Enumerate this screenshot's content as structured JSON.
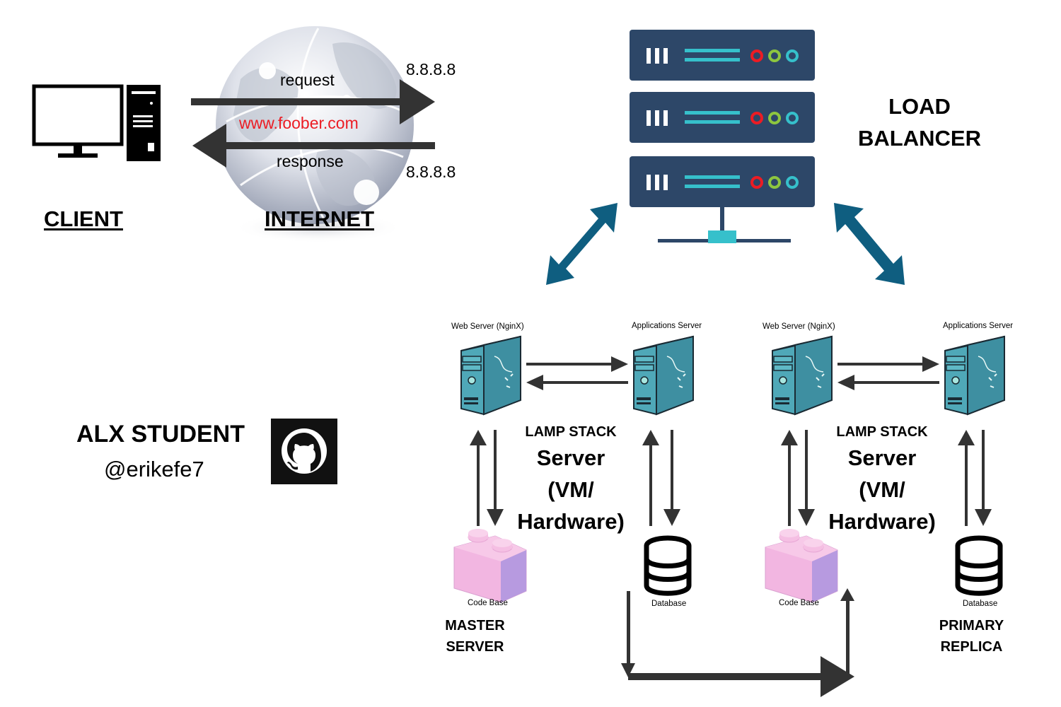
{
  "client": {
    "label": "CLIENT"
  },
  "internet": {
    "label": "INTERNET",
    "request_label": "request",
    "response_label": "response",
    "domain": "www.foober.com",
    "ip_top": "8.8.8.8",
    "ip_bottom": "8.8.8.8"
  },
  "load_balancer": {
    "line1": "LOAD",
    "line2": "BALANCER"
  },
  "left_stack": {
    "web_server_label": "Web Server (NginX)",
    "app_server_label": "Applications Server",
    "stack_label": "LAMP STACK",
    "server_line1": "Server",
    "server_line2": "(VM/",
    "server_line3": "Hardware)",
    "code_base_label": "Code Base",
    "database_label": "Database",
    "role_line1": "MASTER",
    "role_line2": "SERVER"
  },
  "right_stack": {
    "web_server_label": "Web Server (NginX)",
    "app_server_label": "Applications Server",
    "stack_label": "LAMP STACK",
    "server_line1": "Server",
    "server_line2": "(VM/",
    "server_line3": "Hardware)",
    "code_base_label": "Code Base",
    "database_label": "Database",
    "role_line1": "PRIMARY",
    "role_line2": "REPLICA"
  },
  "author": {
    "title": "ALX STUDENT",
    "handle": "@erikefe7",
    "logo_icon": "github-icon"
  },
  "colors": {
    "rack_navy": "#2d4768",
    "rack_teal": "#36c0cb",
    "arrow_blue": "#0f5e80",
    "server_teal": "#4fa8b8",
    "lego_pink": "#f2b6e1",
    "lego_purple": "#b79ae0",
    "led_red": "#ec1c24",
    "led_green": "#8dc63f"
  }
}
